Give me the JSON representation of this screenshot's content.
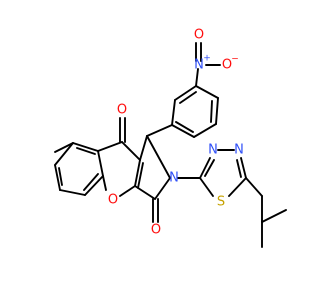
{
  "colors": {
    "bond": "#000000",
    "oxygen": "#ff0d0d",
    "nitrogen": "#3050f8",
    "sulfur": "#c6a200"
  },
  "atoms": {
    "o_ketone": "O",
    "o_ring": "O",
    "o_lactam": "O",
    "n_pyrrole": "N",
    "n_nitro": "N",
    "n_nitro_charge": "+",
    "o_nitro_top": "O",
    "o_nitro_minus": "O",
    "o_nitro_charge": "−",
    "n_thia_1": "N",
    "n_thia_2": "N",
    "s_thia": "S"
  }
}
